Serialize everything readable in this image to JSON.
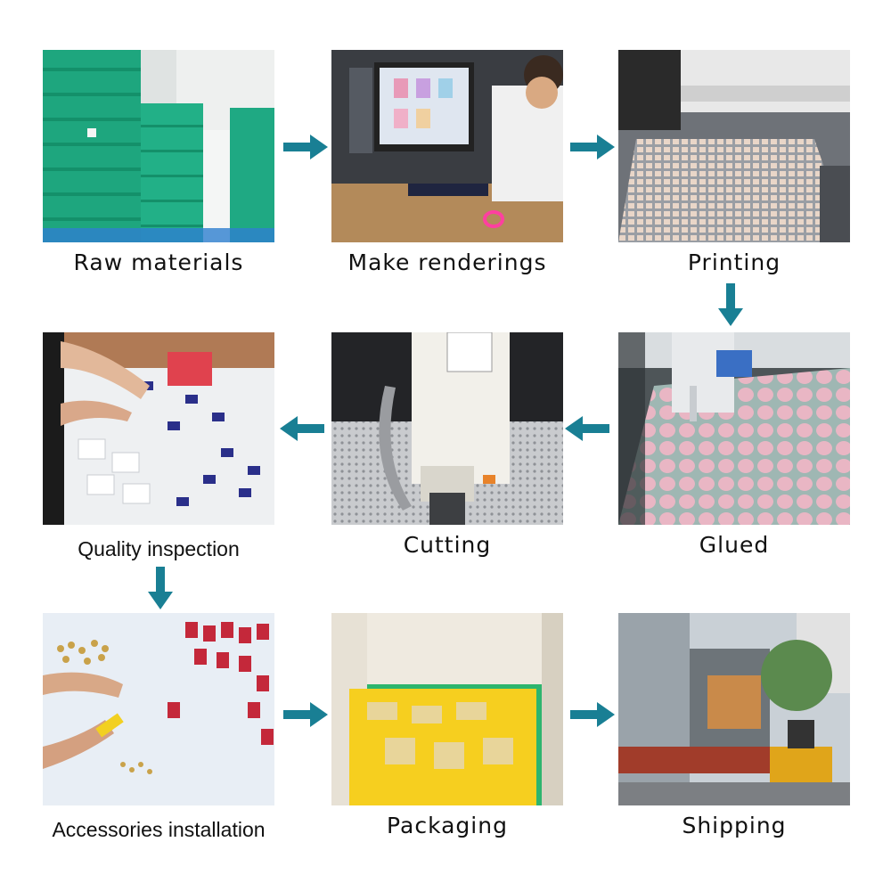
{
  "steps": [
    {
      "label": "Raw materials"
    },
    {
      "label": "Make renderings"
    },
    {
      "label": "Printing"
    },
    {
      "label": "Quality inspection"
    },
    {
      "label": "Cutting"
    },
    {
      "label": "Glued"
    },
    {
      "label": "Accessories installation"
    },
    {
      "label": "Packaging"
    },
    {
      "label": "Shipping"
    }
  ],
  "colors": {
    "arrow": "#197f94",
    "label": "#111111",
    "background": "#ffffff"
  }
}
